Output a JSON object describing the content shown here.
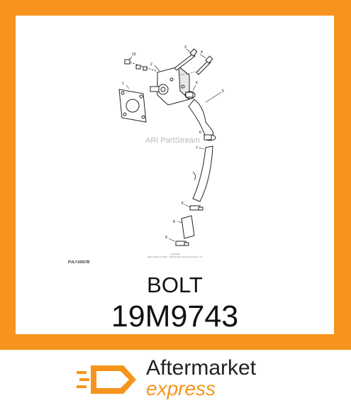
{
  "product": {
    "part_name": "BOLT",
    "part_number": "19M9743"
  },
  "diagram": {
    "watermark": "ARI PartStream",
    "reference_code": "PULY10557B",
    "copyright_line1": "Copyright",
    "copyright_line2": "Page design (c) 2001 - 2016 by ARI Network Services, Inc.",
    "callouts": {
      "c1": "1",
      "c2": "2",
      "c3": "3",
      "c4": "4",
      "c5": "5",
      "c6a": "6",
      "c6b": "6",
      "c6c": "6",
      "c7": "7",
      "c8": "8",
      "c9": "9",
      "c10": "10"
    }
  },
  "brand": {
    "line1": "Aftermarket",
    "line2": "express",
    "accent_color": "#f7941d"
  }
}
